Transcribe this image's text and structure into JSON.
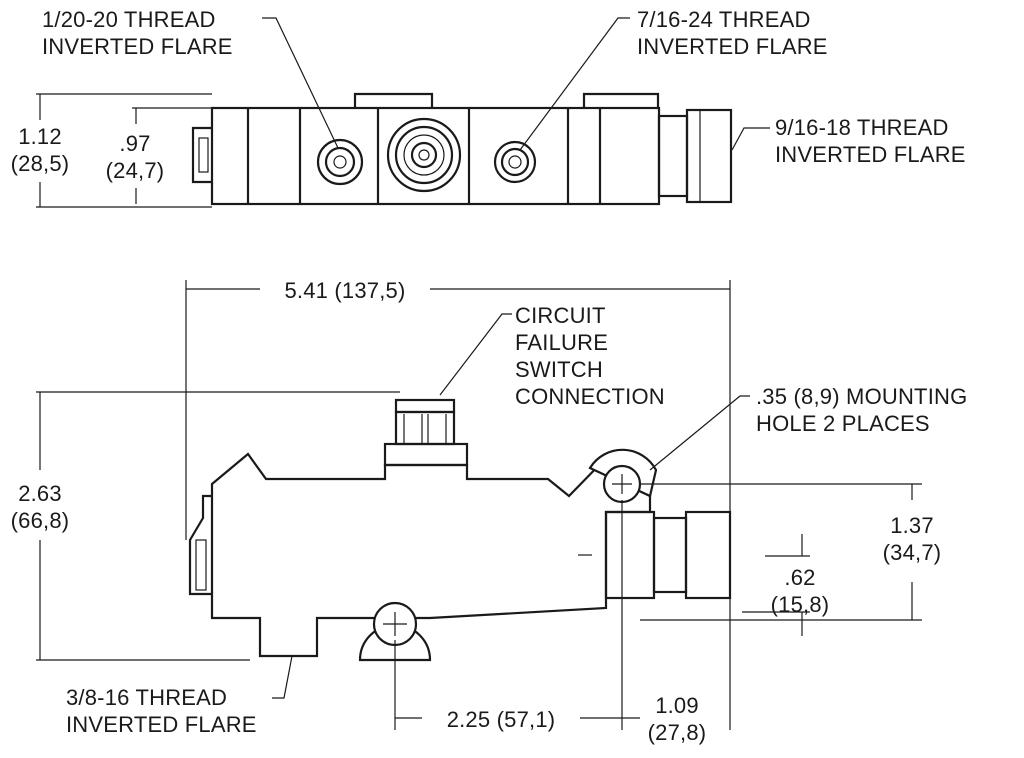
{
  "callouts": {
    "top_left_thread": "1/20-20 THREAD\nINVERTED FLARE",
    "top_mid_thread": "7/16-24 THREAD\nINVERTED FLARE",
    "right_thread": "9/16-18 THREAD\nINVERTED FLARE",
    "bottom_thread": "3/8-16 THREAD\nINVERTED FLARE",
    "switch": "CIRCUIT\nFAILURE\nSWITCH\nCONNECTION",
    "mounting_hole": ".35 (8,9) MOUNTING\nHOLE 2 PLACES"
  },
  "dimensions": {
    "top_height": "1.12\n(28,5)",
    "top_inner_height": ".97\n(24,7)",
    "overall_length": "5.41 (137,5)",
    "overall_height": "2.63\n(66,8)",
    "hole_offset": "1.37\n(34,7)",
    "port_offset": ".62\n(15,8)",
    "hole_spacing": "2.25 (57,1)",
    "port_to_hole": "1.09\n(27,8)"
  },
  "colors": {
    "line": "#1a1a1a",
    "background": "#ffffff"
  }
}
